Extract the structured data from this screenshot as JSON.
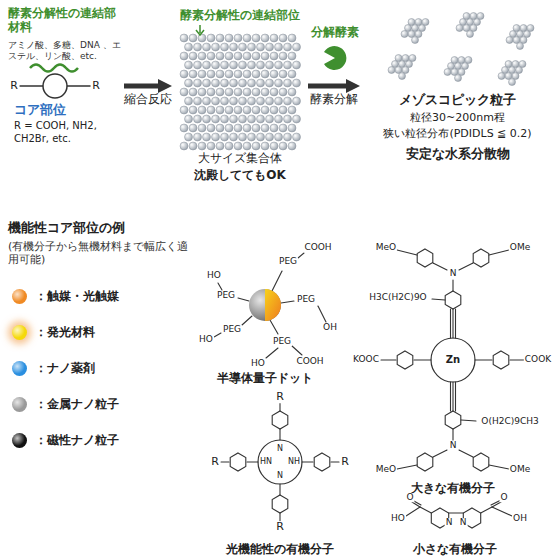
{
  "diagram": {
    "nodes": [
      {
        "text": [
          "コア部位",
          "R = COOH, NH2, CH2Br, etc."
        ]
      },
      {
        "text": [
          "酵素分解性の連結部位",
          "大サイズ集合体",
          "沈殿しててもOK"
        ]
      },
      {
        "text": [
          "メゾスコピック粒子",
          "粒径30~200nm程",
          "狭い粒径分布(PDIDLS ≦ 0.2)",
          "安定な水系分散物"
        ]
      }
    ],
    "edges": [
      {
        "from": 0,
        "to": 1,
        "arrow": "to",
        "label": "縮合反応"
      },
      {
        "from": 1,
        "to": 2,
        "arrow": "to",
        "label": "酵素分解"
      }
    ],
    "labels": [
      "酵素分解性の連結部材料",
      "アミノ酸、多糖、DNA 、エステル、リン酸、etc.",
      "R",
      "R",
      "分解酵素",
      "機能性コア部位の例",
      "(有機分子から無機材料まで幅広く適用可能)",
      "半導体量子ドット",
      "大きな有機分子",
      "光機能性の有機分子",
      "小さな有機分子",
      "COOH",
      "PEG",
      "HO",
      "PEG",
      "PEG",
      "HO",
      "PEG",
      "PEG",
      "OH",
      "HO",
      "COOH",
      "MeO",
      "OMe",
      "N",
      "H3C(H2C)9O",
      "KOOC",
      "Zn",
      "COOK",
      "O(H2C)9CH3",
      "N",
      "MeO",
      "OMe",
      "R",
      "R",
      "R",
      "R",
      "N",
      "NH",
      "HN",
      "N",
      "HO",
      "O",
      "O",
      "OH",
      "N",
      "N"
    ],
    "legend": [
      {
        "text": "：触媒・光触媒",
        "color": "#f08a24"
      },
      {
        "text": "：発光材料",
        "color": "#f5d90a"
      },
      {
        "text": "：ナノ薬剤",
        "color": "#2a8fe0"
      },
      {
        "text": "：金属ナノ粒子",
        "color": "#9a9a9a"
      },
      {
        "text": "：磁性ナノ粒子",
        "color": "#111111"
      }
    ]
  }
}
